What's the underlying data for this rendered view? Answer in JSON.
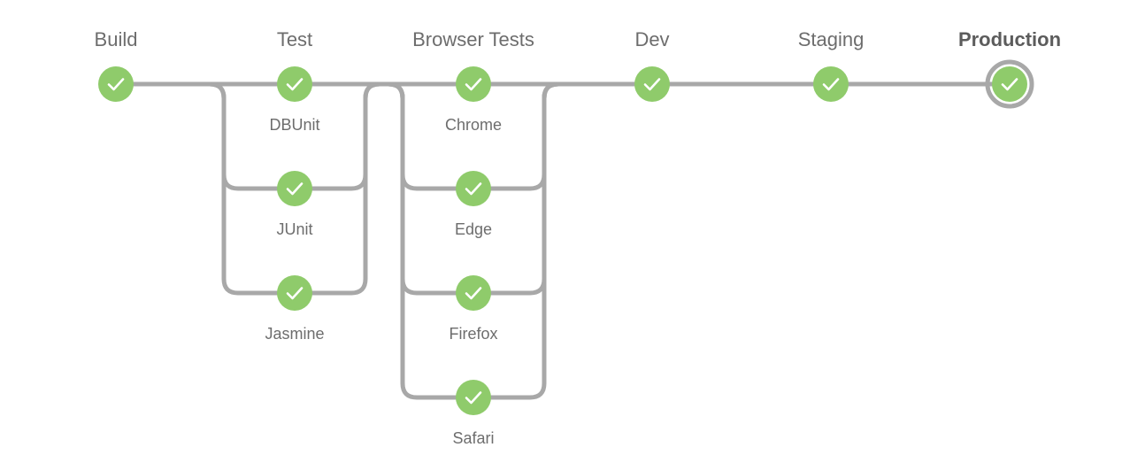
{
  "pipeline": {
    "stages": [
      {
        "name": "Build",
        "status": "success",
        "branches": []
      },
      {
        "name": "Test",
        "status": "success",
        "branches": [
          {
            "name": "DBUnit",
            "status": "success"
          },
          {
            "name": "JUnit",
            "status": "success"
          },
          {
            "name": "Jasmine",
            "status": "success"
          }
        ]
      },
      {
        "name": "Browser Tests",
        "status": "success",
        "branches": [
          {
            "name": "Chrome",
            "status": "success"
          },
          {
            "name": "Edge",
            "status": "success"
          },
          {
            "name": "Firefox",
            "status": "success"
          },
          {
            "name": "Safari",
            "status": "success"
          }
        ]
      },
      {
        "name": "Dev",
        "status": "success",
        "branches": []
      },
      {
        "name": "Staging",
        "status": "success",
        "branches": []
      },
      {
        "name": "Production",
        "status": "success",
        "current": true,
        "branches": []
      }
    ],
    "colors": {
      "success": "#8fcb6b",
      "connector": "#a8a8a8",
      "label": "#6d6d6d",
      "check": "#ffffff"
    },
    "icons": {
      "success": "check-icon"
    }
  }
}
